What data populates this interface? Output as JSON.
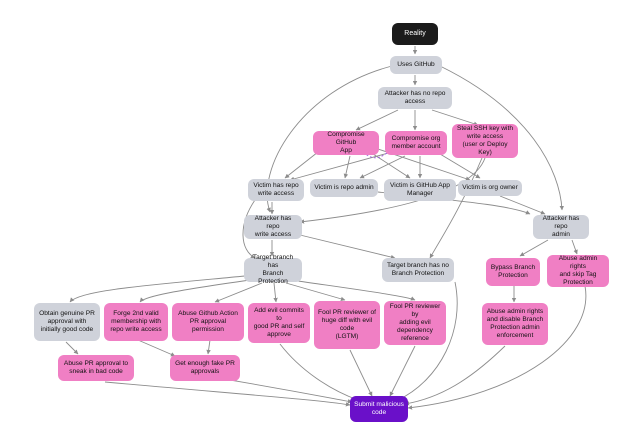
{
  "colors": {
    "grey_node": "#cfd2da",
    "pink_node": "#f07fc4",
    "start_node": "#1b1b1b",
    "end_node": "#6a10c9",
    "edge": "#8c8c8c"
  },
  "nodes": {
    "reality": "Reality",
    "uses_github": "Uses GitHub",
    "no_repo_access": "Attacker has no repo\naccess",
    "compromise_app": "Compromise GitHub\nApp",
    "compromise_org_member": "Compromise org\nmember account",
    "steal_ssh_key": "Steal SSH key with\nwrite access\n(user or Deploy Key)",
    "victim_write": "Victim has repo\nwrite access",
    "victim_admin": "Victim is repo admin",
    "victim_app_manager": "Victim is GitHub App\nManager",
    "victim_org_owner": "Victim is org owner",
    "attacker_write": "Attacker has repo\nwrite access",
    "attacker_admin": "Attacker has repo\nadmin",
    "target_bp": "Target branch has\nBranch Protection",
    "target_no_bp": "Target branch has no\nBranch Protection",
    "bypass_bp": "Bypass Branch\nProtection",
    "abuse_admin_skip": "Abuse admin rights\nand skip Tag\nProtection",
    "obtain_genuine": "Obtain genuine PR\napproval with\ninitially good code",
    "forge_membership": "Forge 2nd valid\nmembership with\nrepo write access",
    "abuse_action": "Abuse Github Action\nPR approval\npermission",
    "evil_commits": "Add evil commits to\ngood PR and self\napprove",
    "fool_huge_diff": "Fool PR reviewer of\nhuge diff with evil\ncode\n(LGTM)",
    "fool_dependency": "Fool PR reviewer by\nadding evil\ndependency\nreference",
    "abuse_disable_bp": "Abuse admin rights\nand disable Branch\nProtection admin\nenforcement",
    "abuse_sneak": "Abuse PR approval to\nsneak in bad code",
    "fake_approvals": "Get enough fake PR\napprovals",
    "submit_malicious": "Submit malicious\ncode"
  }
}
